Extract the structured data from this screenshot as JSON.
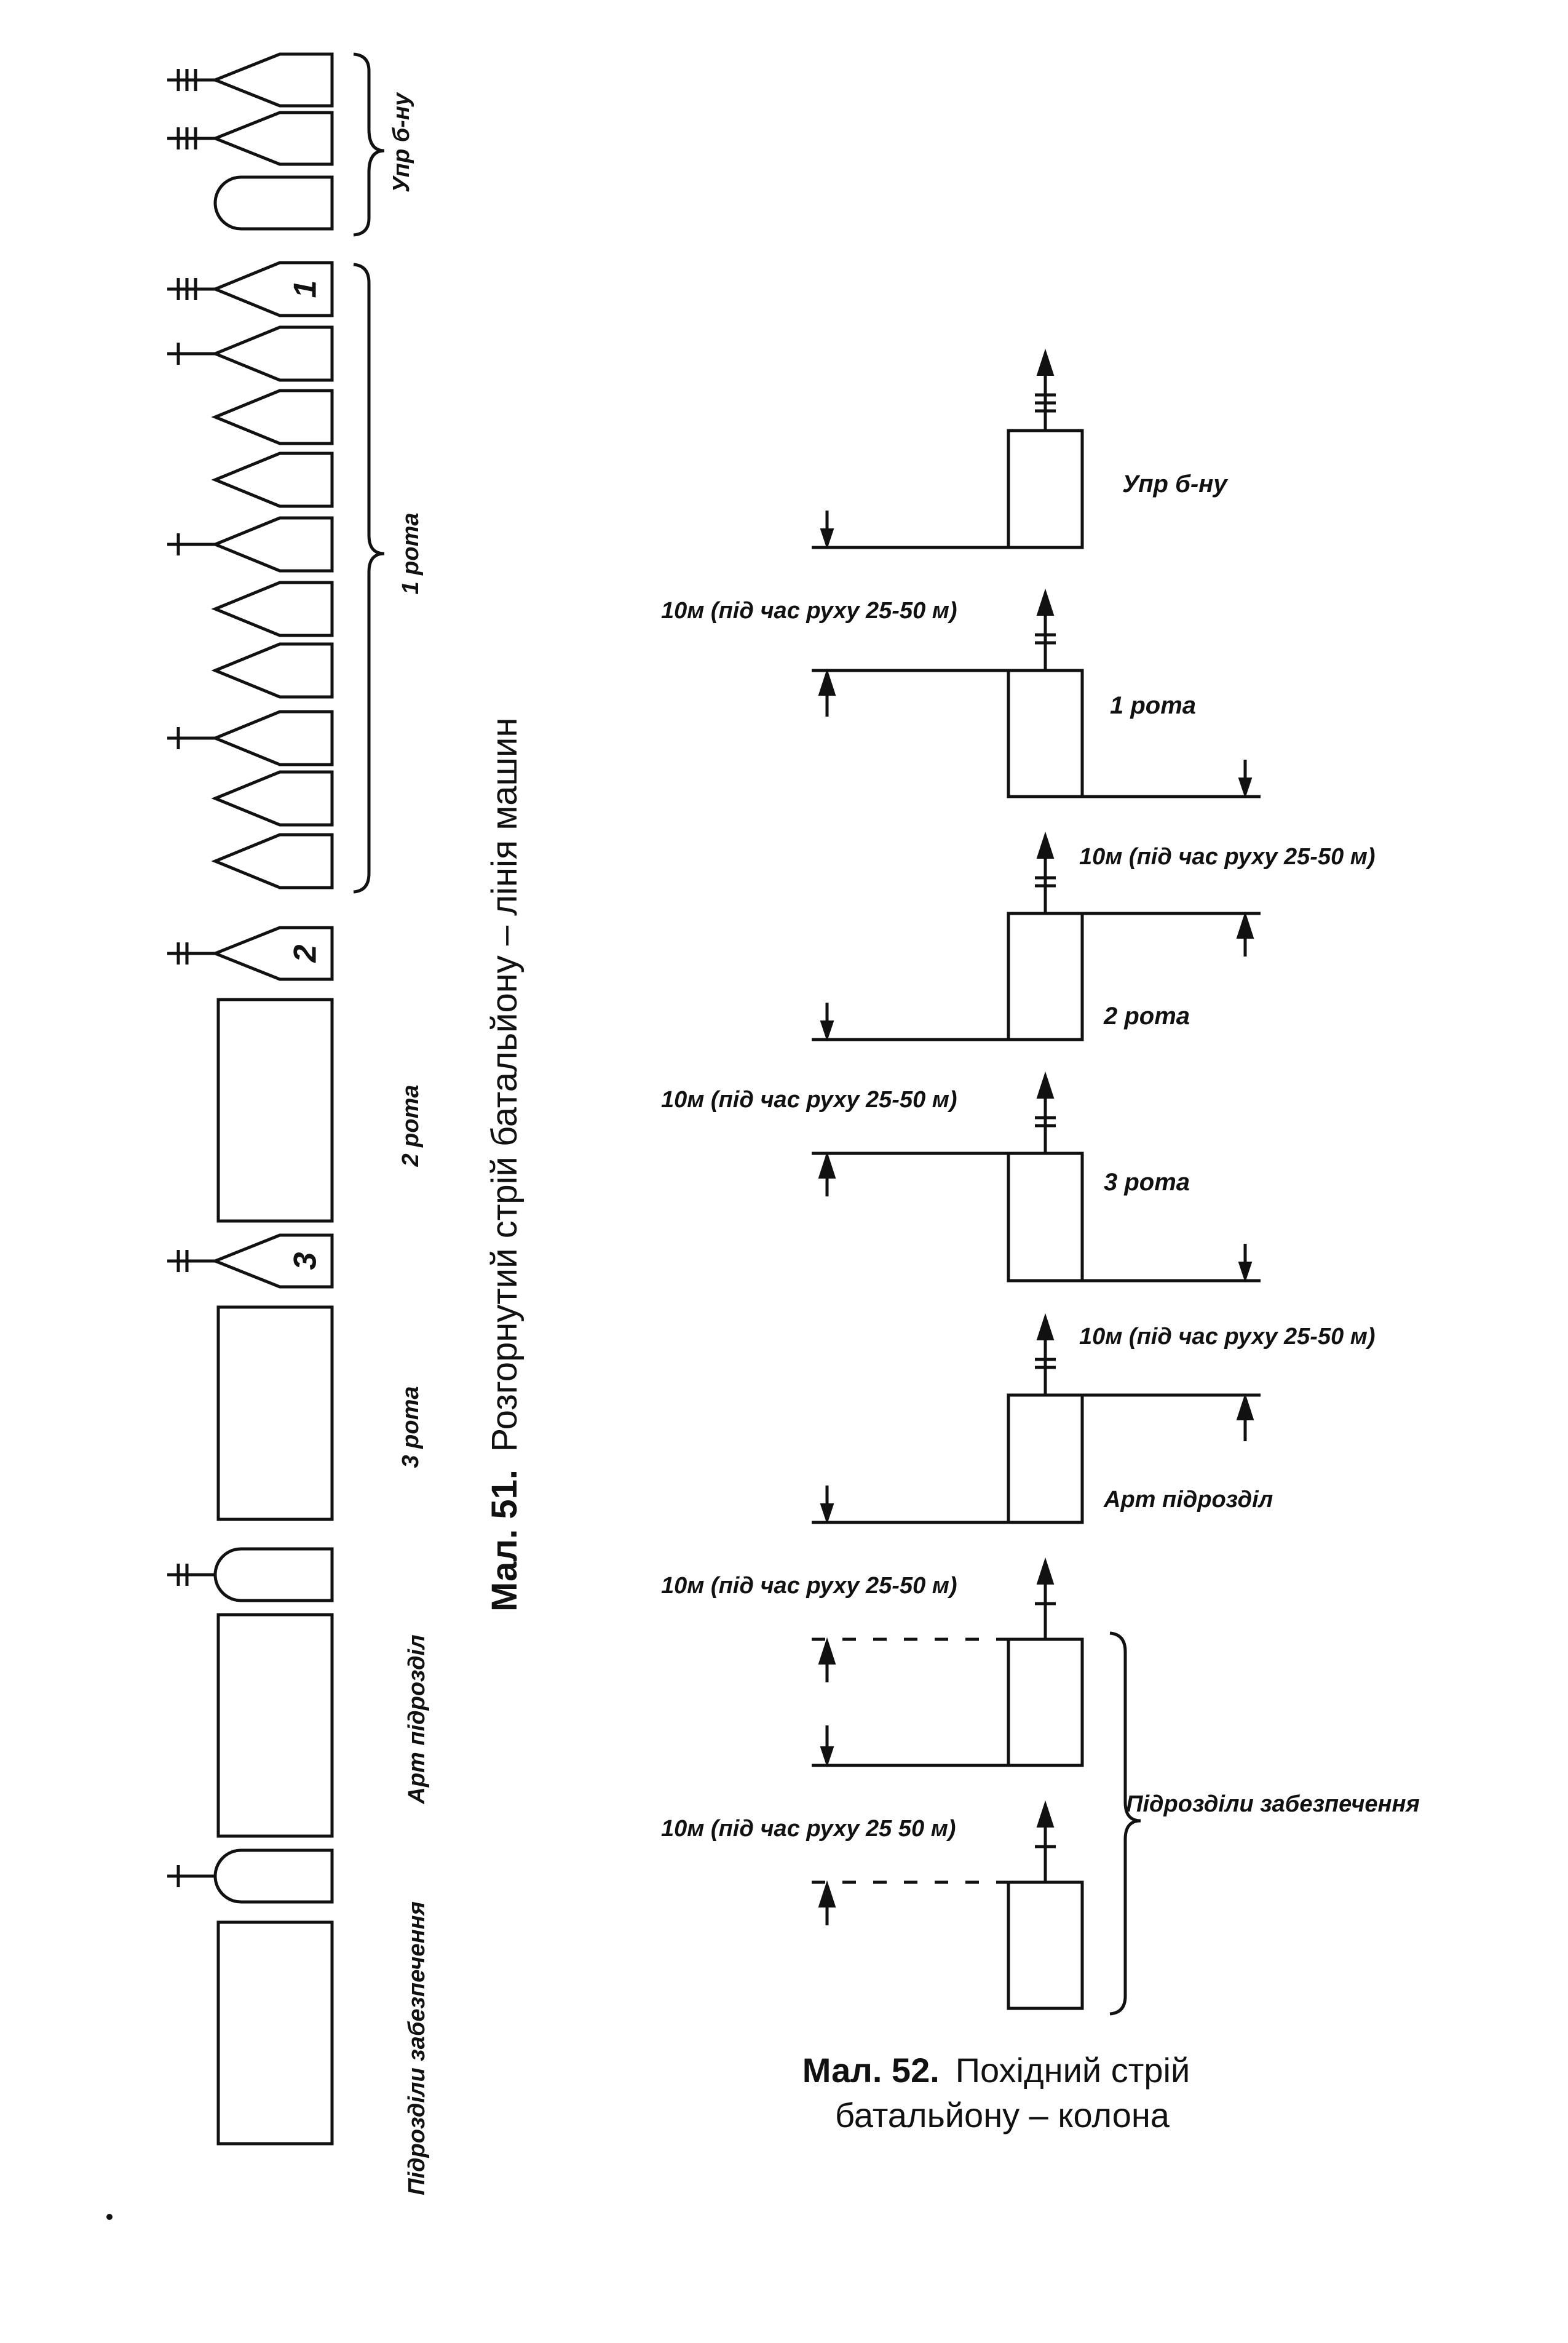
{
  "fig51": {
    "caption_number": "Мал. 51.",
    "caption_text": "Розгорнутий стрій батальйону – лінія машин",
    "groups": {
      "command": "Упр б-ну",
      "company1": "1 рота",
      "company2": "2 рота",
      "company3": "3 рота",
      "artillery": "Арт підрозділ",
      "support": "Підрозділи забезпечення"
    },
    "vehicle_numbers": [
      "1",
      "2",
      "3"
    ],
    "icon": "tank-icon"
  },
  "fig52": {
    "caption_number": "Мал. 52.",
    "caption_line1": "Похідний стрій",
    "caption_line2": "батальйону – колона",
    "units": [
      "Упр б-ну",
      "1 рота",
      "2 рота",
      "3 рота",
      "Арт підрозділ"
    ],
    "support_label": "Підрозділи забезпечення",
    "distance_labels": [
      "10м (під час руху 25-50 м)",
      "10м (під час руху 25-50 м)",
      "10м (під час руху 25-50 м)",
      "10м (під час руху 25-50 м)",
      "10м (під час руху 25-50 м)",
      "10м (під час руху 25 50 м)"
    ]
  }
}
